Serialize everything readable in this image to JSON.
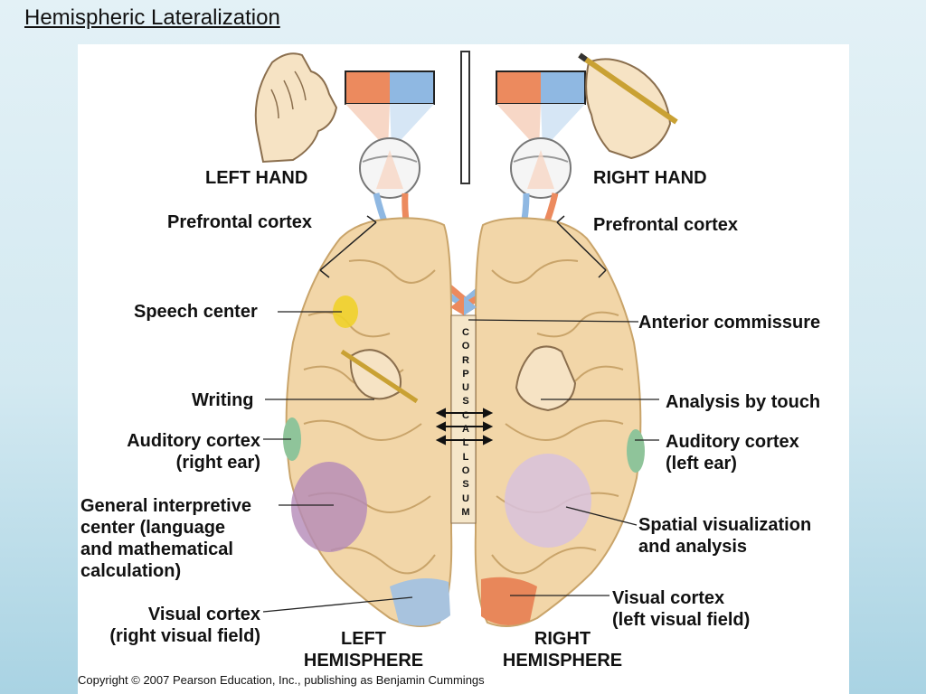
{
  "slide": {
    "title": "Hemispheric Lateralization"
  },
  "labels": {
    "left_hand": "LEFT HAND",
    "right_hand": "RIGHT HAND",
    "prefrontal_left": "Prefrontal cortex",
    "prefrontal_right": "Prefrontal cortex",
    "speech_center": "Speech center",
    "anterior_commissure": "Anterior commissure",
    "writing": "Writing",
    "analysis_by_touch": "Analysis by touch",
    "auditory_left_1": "Auditory cortex",
    "auditory_left_2": "(right ear)",
    "auditory_right_1": "Auditory cortex",
    "auditory_right_2": "(left ear)",
    "interpretive_1": "General interpretive",
    "interpretive_2": "center (language",
    "interpretive_3": "and mathematical",
    "interpretive_4": "calculation)",
    "spatial_1": "Spatial visualization",
    "spatial_2": "and analysis",
    "visual_left_1": "Visual cortex",
    "visual_left_2": "(right visual field)",
    "visual_right_1": "Visual cortex",
    "visual_right_2": "(left visual field)",
    "left_hemi_1": "LEFT",
    "left_hemi_2": "HEMISPHERE",
    "right_hemi_1": "RIGHT",
    "right_hemi_2": "HEMISPHERE"
  },
  "corpus_callosum": [
    "C",
    "O",
    "R",
    "P",
    "U",
    "S",
    "C",
    "A",
    "L",
    "L",
    "O",
    "S",
    "U",
    "M"
  ],
  "copyright": "Copyright © 2007 Pearson Education, Inc., publishing as Benjamin Cummings",
  "colors": {
    "brain": "#f2d6a8",
    "brain_outline": "#c9a46a",
    "speech": "#f0d22a",
    "auditory": "#8fc49a",
    "interpretive": "#b48ab8",
    "spatial": "#d8c2dd",
    "visual_left": "#a8c3de",
    "visual_right": "#e8875a",
    "field_orange": "#ec8a5e",
    "field_blue": "#8fb8e2"
  }
}
